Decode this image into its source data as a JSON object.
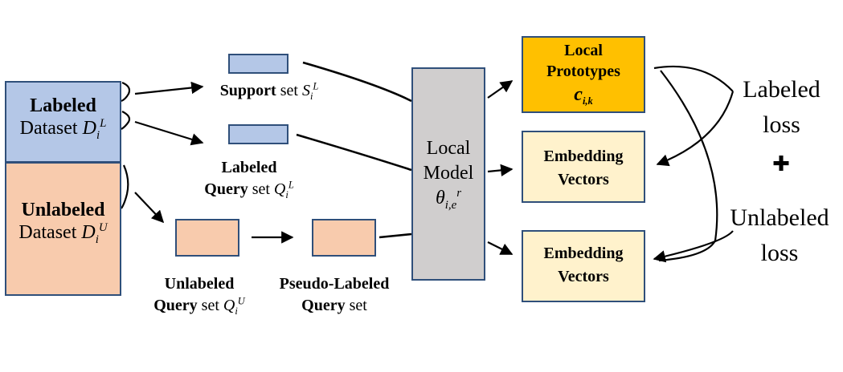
{
  "datasets": {
    "labeled": {
      "bold": "Labeled",
      "text": "Dataset ",
      "sym": "D",
      "sub": "i",
      "sup": "L"
    },
    "unlabeled": {
      "bold": "Unlabeled",
      "text": "Dataset ",
      "sym": "D",
      "sub": "i",
      "sup": "U"
    }
  },
  "sets": {
    "support": {
      "bold": "Support",
      "text": " set ",
      "sym": "S",
      "sub": "i",
      "sup": "L"
    },
    "labeled_query": {
      "bold1": "Labeled",
      "bold2": "Query",
      "text": " set ",
      "sym": "Q",
      "sub": "i",
      "sup": "L"
    },
    "unlabeled_query": {
      "bold1": "Unlabeled",
      "bold2": "Query",
      "text": " set ",
      "sym": "Q",
      "sub": "i",
      "sup": "U"
    },
    "pseudo_query": {
      "bold1": "Pseudo-Labeled",
      "bold2": "Query",
      "text": " set"
    }
  },
  "model": {
    "line1": "Local",
    "line2": "Model",
    "sym": "θ",
    "sub": "i,e",
    "sup": "r"
  },
  "outputs": {
    "prototypes": {
      "line1": "Local",
      "line2": "Prototypes",
      "sym": "c",
      "sub": "i,k"
    },
    "embedding_top": {
      "line1": "Embedding",
      "line2": "Vectors"
    },
    "embedding_bottom": {
      "line1": "Embedding",
      "line2": "Vectors"
    }
  },
  "losses": {
    "labeled": {
      "line1": "Labeled",
      "line2": "loss"
    },
    "plus": "✚",
    "unlabeled": {
      "line1": "Unlabeled",
      "line2": "loss"
    }
  },
  "colors": {
    "blue_fill": "#b4c7e7",
    "peach_fill": "#f8cbad",
    "gray_fill": "#d0cece",
    "orange_fill": "#ffc000",
    "cream_fill": "#fff2cc",
    "border": "#2f4f7a"
  }
}
